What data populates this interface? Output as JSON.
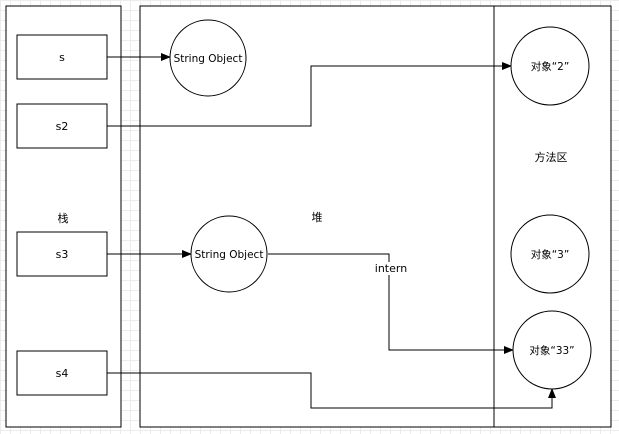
{
  "regions": {
    "stack": "栈",
    "heap": "堆",
    "method_area": "方法区"
  },
  "stack_vars": {
    "s": "s",
    "s2": "s2",
    "s3": "s3",
    "s4": "s4"
  },
  "heap_objects": {
    "obj1": "String Object",
    "obj2": "String Object"
  },
  "method_objects": {
    "obj_2": "对象“2”",
    "obj_3": "对象“3”",
    "obj_33": "对象“33”"
  },
  "edges": {
    "intern_label": "intern"
  },
  "colors": {
    "stroke": "#000000",
    "fill": "#ffffff",
    "grid": "#ececec"
  }
}
